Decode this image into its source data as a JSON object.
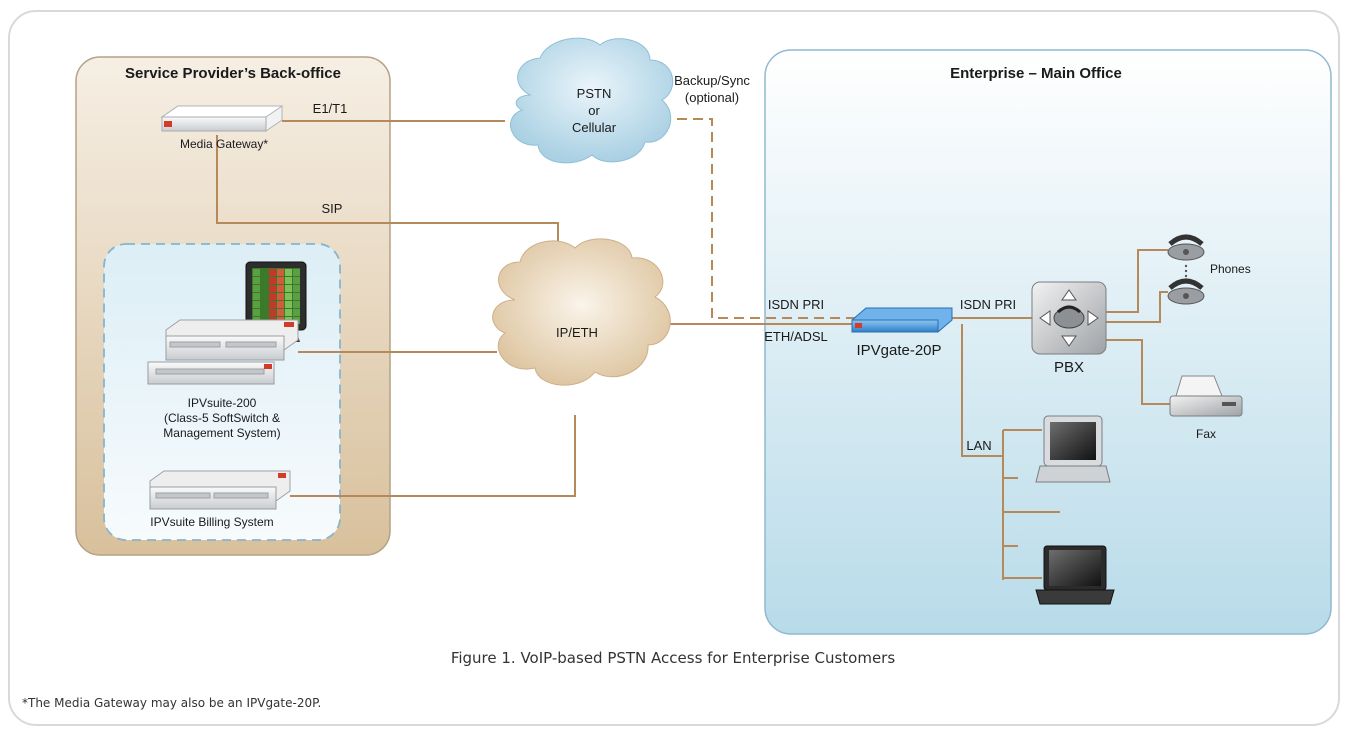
{
  "labels": {
    "back_office_title": "Service Provider’s Back-office",
    "main_office_title": "Enterprise – Main Office",
    "e1t1": "E1/T1",
    "media_gateway": "Media Gateway*",
    "sip": "SIP",
    "pstn_line1": "PSTN",
    "pstn_line2": "or",
    "pstn_line3": "Cellular",
    "backup_line1": "Backup/Sync",
    "backup_line2": "(optional)",
    "ipeth": "IP/ETH",
    "ipvsuite200_line1": "IPVsuite-200",
    "ipvsuite200_line2": "(Class-5 SoftSwitch &",
    "ipvsuite200_line3": "Management System)",
    "billing": "IPVsuite Billing System",
    "isdn_pri_left": "ISDN PRI",
    "isdn_pri_right": "ISDN PRI",
    "eth_adsl": "ETH/ADSL",
    "ipvgate": "IPVgate-20P",
    "pbx": "PBX",
    "phones": "Phones",
    "fax": "Fax",
    "lan": "LAN"
  },
  "caption": "Figure 1.  VoIP-based PSTN Access for Enterprise Customers",
  "footnote": "*The Media Gateway may also be an IPVgate-20P.",
  "colors": {
    "link": "#b5895a",
    "back_office_fill": "#dcc7a6",
    "main_office_fill": "#c9e3ee",
    "cloud_blue": "#bfdcea",
    "cloud_tan": "#e4cfae",
    "device_blue": "#3d8fd6"
  }
}
